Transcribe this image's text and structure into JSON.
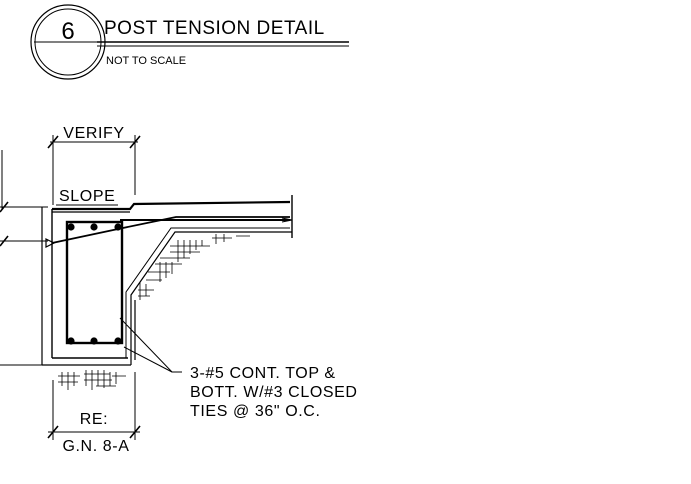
{
  "detail": {
    "number": "6",
    "title": "POST TENSION DETAIL",
    "scale_note": "NOT TO SCALE"
  },
  "labels": {
    "verify": "VERIFY",
    "slope": "SLOPE",
    "re": "RE:",
    "gn_ref": "G.N. 8-A"
  },
  "callout": {
    "line1": "3-#5 CONT. TOP &",
    "line2": "BOTT. W/#3 CLOSED",
    "line3": "TIES @ 36\" O.C."
  }
}
